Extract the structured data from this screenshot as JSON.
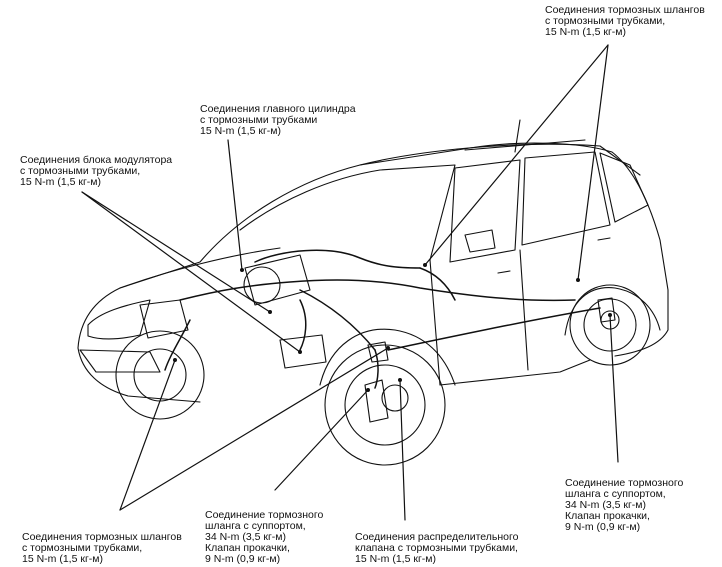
{
  "labels": {
    "top_right_hoses": {
      "line1": "Соединения тормозных шлангов",
      "line2": "с тормозными трубками,",
      "line3": "15 N-m (1,5 кг-м)"
    },
    "master_cylinder": {
      "line1": "Соединения главного цилиндра",
      "line2": "с тормозными трубками",
      "line3": "15 N-m (1,5 кг-м)"
    },
    "modulator_block": {
      "line1": "Соединения блока модулятора",
      "line2": "с тормозными трубками,",
      "line3": "15 N-m (1,5 кг-м)"
    },
    "bottom_left_hoses": {
      "line1": "Соединения тормозных шлангов",
      "line2": "с тормозными трубками,",
      "line3": "15 N-m (1,5 кг-м)"
    },
    "front_caliper_hose": {
      "line1": "Соединение тормозного",
      "line2": "шланга с суппортом,",
      "line3": "34 N-m (3,5 кг-м)",
      "line4": "Клапан прокачки,",
      "line5": "9 N-m (0,9 кг-м)"
    },
    "proportioning_valve": {
      "line1": "Соединения распределительного",
      "line2": "клапана с тормозными трубками,",
      "line3": "15 N-m (1,5 кг-м)"
    },
    "rear_caliper_hose": {
      "line1": "Соединение тормозного",
      "line2": "шланга с суппортом,",
      "line3": "34 N-m (3,5 кг-м)",
      "line4": "Клапан прокачки,",
      "line5": "9 N-m (0,9 кг-м)"
    }
  },
  "colors": {
    "ink": "#111111",
    "background": "#ffffff"
  }
}
